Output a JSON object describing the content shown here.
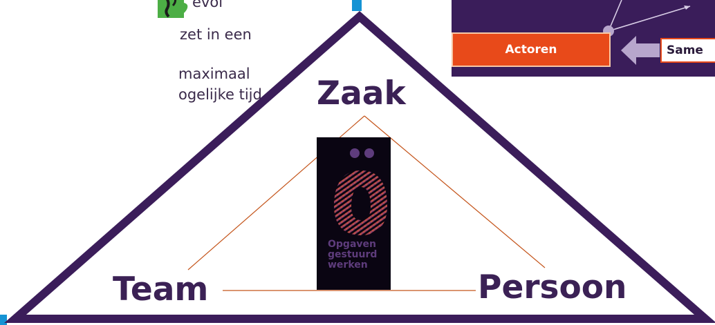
{
  "fragments": [
    "evol",
    "zet in een",
    "maximaal",
    "ogelijke tijd",
    ""
  ],
  "panel": {
    "actoren_label": "Actoren",
    "same_label": "Same"
  },
  "triangle": {
    "top_label": "Zaak",
    "left_label": "Team",
    "right_label": "Persoon"
  },
  "logo": {
    "line1": "Opgaven",
    "line2": "gestuurd",
    "line3": "werken"
  },
  "colors": {
    "triangle_stroke": "#3b1d5a",
    "inner_lines": "#c4541a",
    "accent_orange": "#e84a1a",
    "accent_blue": "#1593d4",
    "panel_bg": "#3a1d5a"
  }
}
